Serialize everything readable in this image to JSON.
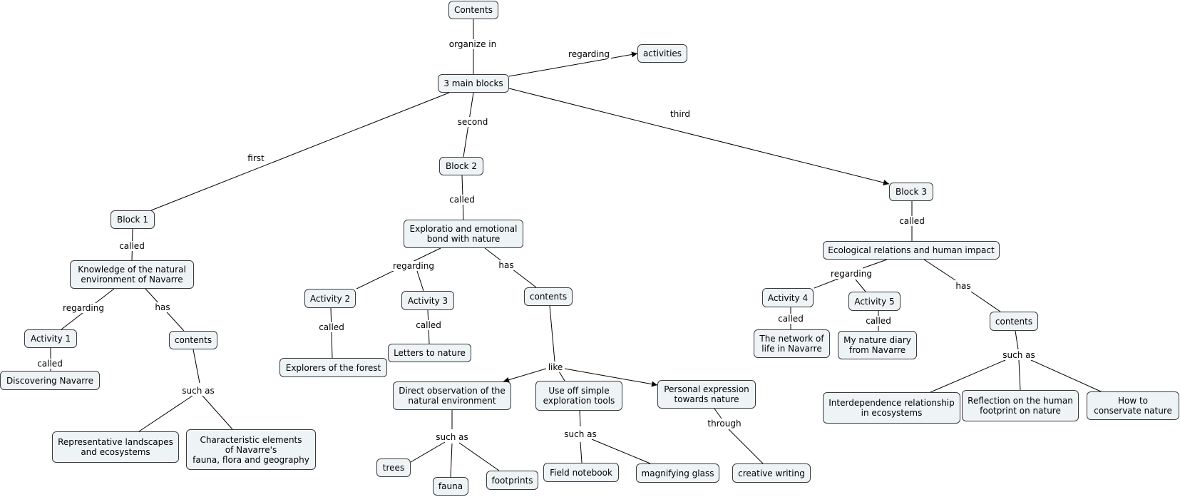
{
  "nodes": {
    "contents_root": "Contents",
    "activities": "activities",
    "main_blocks": "3 main blocks",
    "block1": "Block 1",
    "block2": "Block 2",
    "block3": "Block 3",
    "knowledge": "Knowledge of the natural\nenvironment of Navarre",
    "exploratio": "Exploratio and emotional\nbond with nature",
    "ecological": "Ecological relations and human impact",
    "activity1": "Activity 1",
    "contents1": "contents",
    "discovering": "Discovering Navarre",
    "landscapes": "Representative landscapes\nand ecosystems",
    "characteristic": "Characteristic elements\nof Navarre's\nfauna, flora and geography",
    "activity2": "Activity 2",
    "activity3": "Activity 3",
    "contents2": "contents",
    "explorers": "Explorers of the forest",
    "letters": "Letters to nature",
    "direct_obs": "Direct observation of the\nnatural environment",
    "tools": "Use off simple\nexploration tools",
    "personal": "Personal expression\ntowards nature",
    "trees": "trees",
    "fauna": "fauna",
    "footprints": "footprints",
    "field_notebook": "Field notebook",
    "magnifying": "magnifying glass",
    "creative": "creative writing",
    "activity4": "Activity 4",
    "activity5": "Activity 5",
    "contents3": "contents",
    "network": "The network of\nlife in Navarre",
    "diary": "My nature diary\nfrom Navarre",
    "interdep": "Interdependence relationship\nin ecosystems",
    "reflection": "Reflection on the human\nfootprint on nature",
    "conserve": "How to\nconservate nature"
  },
  "link_labels": {
    "organize_in": "organize in",
    "regarding_top": "regarding",
    "first": "first",
    "second": "second",
    "third": "third",
    "called_b1": "called",
    "called_b2": "called",
    "called_b3": "called",
    "regarding_b1": "regarding",
    "has_b1": "has",
    "called_a1": "called",
    "such_as_c1": "such as",
    "regarding_b2": "regarding",
    "has_b2": "has",
    "called_a2": "called",
    "called_a3": "called",
    "like": "like",
    "such_as_direct": "such as",
    "such_as_tools": "such as",
    "through": "through",
    "regarding_b3": "regarding",
    "has_b3": "has",
    "called_a4": "called",
    "called_a5": "called",
    "such_as_c3": "such as"
  },
  "colors": {
    "node_fill": "#eef3f6",
    "node_border": "#3a3a3a",
    "line": "#000000"
  }
}
